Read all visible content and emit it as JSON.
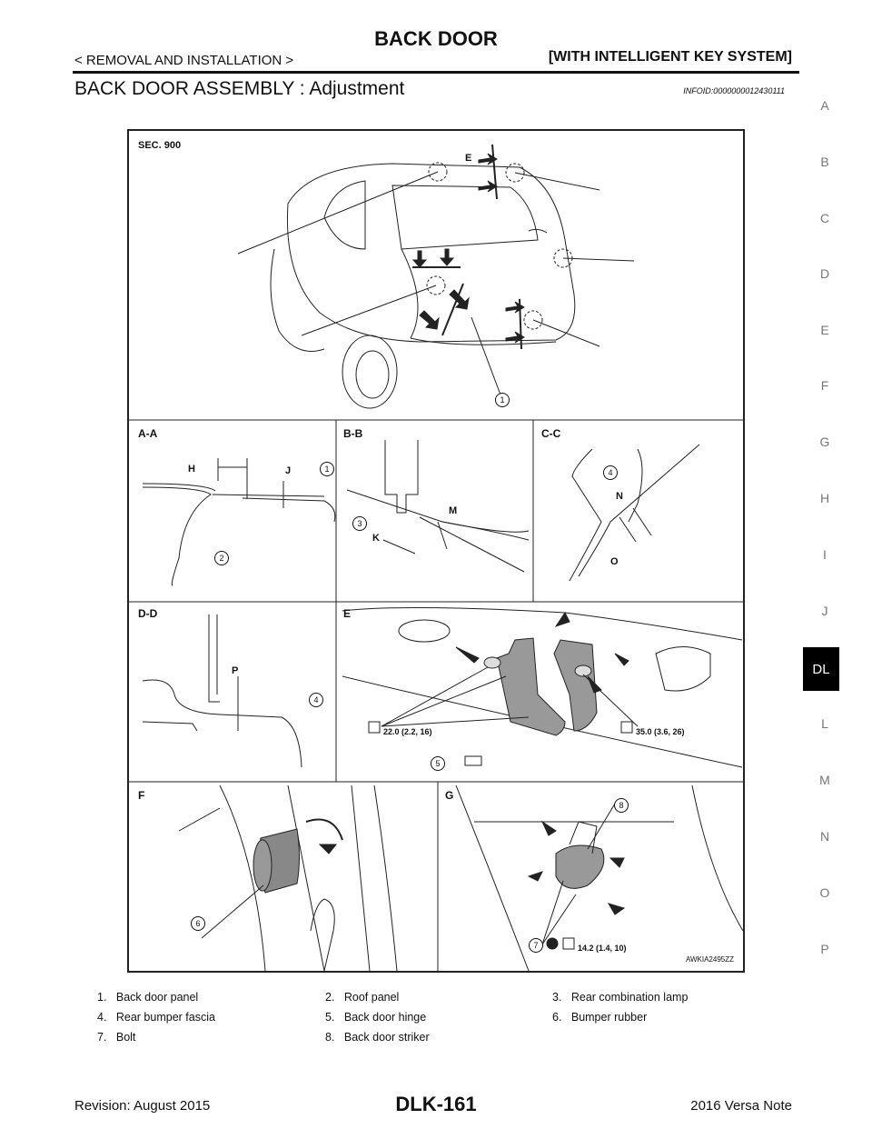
{
  "header": {
    "title": "BACK DOOR",
    "breadcrumb": "< REMOVAL AND INSTALLATION >",
    "section": "[WITH INTELLIGENT KEY SYSTEM]"
  },
  "page_heading": "BACK DOOR ASSEMBLY : Adjustment",
  "doc_id": "INFOID:0000000012430111",
  "sidebar": {
    "letters": [
      "A",
      "B",
      "C",
      "D",
      "E",
      "F",
      "G",
      "H",
      "I",
      "J",
      "DL",
      "L",
      "M",
      "N",
      "O",
      "P"
    ],
    "active": "DL"
  },
  "figure": {
    "section_ref": "SEC. 900",
    "figure_id": "AWKIA2495ZZ",
    "panels": {
      "aa": "A-A",
      "bb": "B-B",
      "cc": "C-C",
      "dd": "D-D",
      "e": "E",
      "f": "F",
      "g": "G"
    },
    "dim_letters": {
      "h": "H",
      "j": "J",
      "k": "K",
      "m": "M",
      "n": "N",
      "o": "O",
      "p": "P"
    },
    "torque": {
      "e_left": "22.0 (2.2, 16)",
      "e_right": "35.0 (3.6, 26)",
      "g": "14.2 (1.4, 10)"
    }
  },
  "legend": [
    {
      "num": "1.",
      "label": "Back door panel"
    },
    {
      "num": "2.",
      "label": "Roof panel"
    },
    {
      "num": "3.",
      "label": "Rear combination lamp"
    },
    {
      "num": "4.",
      "label": "Rear bumper fascia"
    },
    {
      "num": "5.",
      "label": "Back door hinge"
    },
    {
      "num": "6.",
      "label": "Bumper rubber"
    },
    {
      "num": "7.",
      "label": "Bolt"
    },
    {
      "num": "8.",
      "label": "Back door striker"
    }
  ],
  "footer": {
    "revision": "Revision: August 2015",
    "page": "DLK-161",
    "model": "2016 Versa Note"
  }
}
